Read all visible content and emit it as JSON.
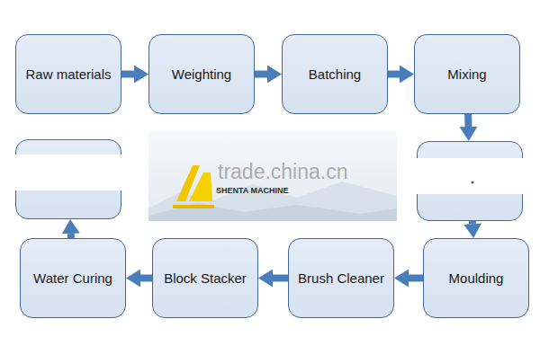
{
  "diagram": {
    "nodes": [
      {
        "text": [
          "Raw materials"
        ]
      },
      {
        "text": [
          "Weighting"
        ]
      },
      {
        "text": [
          "Batching"
        ]
      },
      {
        "text": [
          "Mixing"
        ]
      },
      {
        "text": []
      },
      {
        "text": []
      },
      {
        "text": [
          "Water Curing"
        ]
      },
      {
        "text": [
          "Block Stacker"
        ]
      },
      {
        "text": [
          "Brush Cleaner"
        ]
      },
      {
        "text": [
          "Moulding"
        ]
      }
    ],
    "edges": [
      {
        "from": 0,
        "to": 1,
        "arrow": "to"
      },
      {
        "from": 1,
        "to": 2,
        "arrow": "to"
      },
      {
        "from": 2,
        "to": 3,
        "arrow": "to"
      },
      {
        "from": 3,
        "to": 5,
        "arrow": "to"
      },
      {
        "from": 5,
        "to": 9,
        "arrow": "to"
      },
      {
        "from": 9,
        "to": 8,
        "arrow": "to"
      },
      {
        "from": 8,
        "to": 7,
        "arrow": "to"
      },
      {
        "from": 7,
        "to": 6,
        "arrow": "to"
      },
      {
        "from": 6,
        "to": 4,
        "arrow": "to"
      }
    ],
    "labels": [
      "trade.china.cn",
      "SHENTA MACHINE"
    ]
  }
}
